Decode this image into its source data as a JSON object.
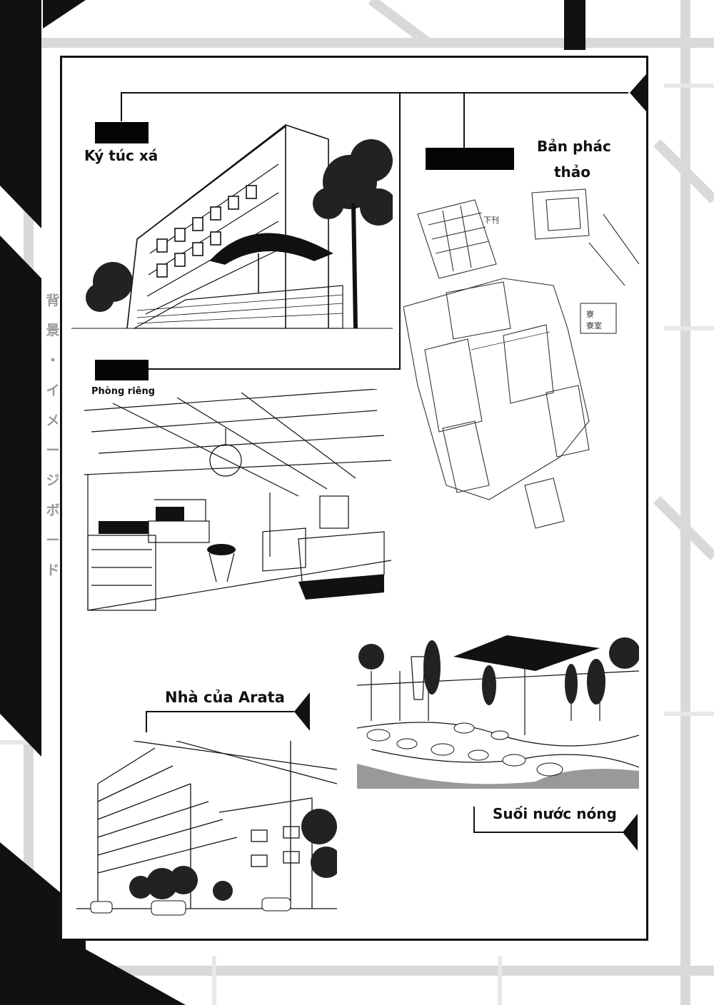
{
  "side_title": [
    "背",
    "景",
    "・",
    "イ",
    "メ",
    "ー",
    "ジ",
    "ボ",
    "ー",
    "ド"
  ],
  "labels": {
    "dorm": "Ký túc xá",
    "sketch_line1": "Bản phác",
    "sketch_line2": "thảo",
    "private_room": "Phòng riêng",
    "arata_house": "Nhà của Arata",
    "hot_spring": "Suối nước nóng"
  },
  "sketch_notes": [
    "下刊",
    "寮",
    "寮室"
  ],
  "colors": {
    "ink": "#111111",
    "frame_gray": "#cfcfcf",
    "side_text": "#999999"
  }
}
